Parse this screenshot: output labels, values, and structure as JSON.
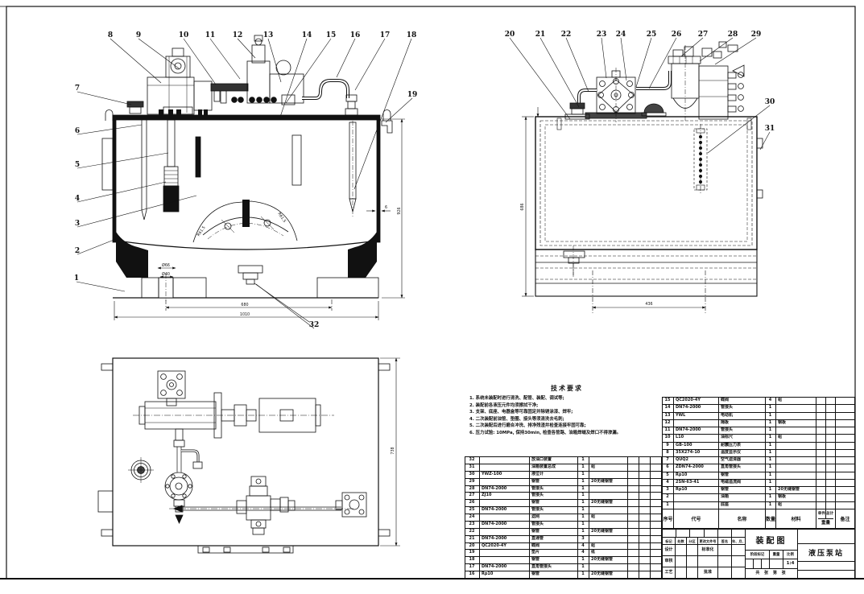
{
  "drawing": {
    "callouts": {
      "1": "1",
      "2": "2",
      "3": "3",
      "4": "4",
      "5": "5",
      "6": "6",
      "7": "7",
      "8": "8",
      "9": "9",
      "10": "10",
      "11": "11",
      "12": "12",
      "13": "13",
      "14": "14",
      "15": "15",
      "16": "16",
      "17": "17",
      "18": "18",
      "19": "19",
      "20": "20",
      "21": "21",
      "22": "22",
      "23": "23",
      "24": "24",
      "25": "25",
      "26": "26",
      "27": "27",
      "28": "28",
      "29": "29",
      "30": "30",
      "31": "31",
      "32": "32"
    },
    "front_dims": {
      "height": "926",
      "wall": "6",
      "inner_width": "680",
      "width": "1010",
      "hole_outer": "Ø66",
      "hole_inner": "Ø40",
      "arc_left": "R61.5",
      "arc_right": "R61.5"
    },
    "side_dims": {
      "height": "686",
      "bottom_span": "436"
    },
    "top_dims": {
      "depth": "738"
    }
  },
  "tech_requirements": {
    "title": "技术要求",
    "lines": [
      "1. 系统未装配时进行清洗、配管、装配、调试等;",
      "2. 装配前各液压元件均须擦拭干净;",
      "3. 支架、底座、电器盒等可靠固定并除锈涂漆、焊牢;",
      "4. 二次装配前油管、垫圈、接头等须清洗去毛刺;",
      "5. 二次装配后进行磨合冲洗、排净残渣并检查连接牢固可靠;",
      "6. 压力试验: 10MPa, 保持30min, 检查各管路、油箱焊缝及焊口不得渗漏。"
    ]
  },
  "parts_list": {
    "headers": {
      "no": "序号",
      "code": "代号",
      "name": "名称",
      "qty": "数量",
      "material": "材料",
      "unit": "单件",
      "total": "总计",
      "weight": "重量",
      "notes": "备注"
    },
    "left_rows": [
      {
        "no": "32",
        "code": "",
        "name": "放油口装置",
        "qty": "1",
        "material": ""
      },
      {
        "no": "31",
        "code": "",
        "name": "油箱装置总成",
        "qty": "1",
        "material": "组"
      },
      {
        "no": "30",
        "code": "YWZ-100",
        "name": "液位计",
        "qty": "1",
        "material": ""
      },
      {
        "no": "29",
        "code": "",
        "name": "钢管",
        "qty": "1",
        "material": "20无缝钢管"
      },
      {
        "no": "28",
        "code": "DN74-2000",
        "name": "管接头",
        "qty": "1",
        "material": ""
      },
      {
        "no": "27",
        "code": "ZJ10",
        "name": "管接头",
        "qty": "1",
        "material": ""
      },
      {
        "no": "26",
        "code": "",
        "name": "钢管",
        "qty": "1",
        "material": "20无缝钢管"
      },
      {
        "no": "25",
        "code": "DN74-2000",
        "name": "管接头",
        "qty": "1",
        "material": ""
      },
      {
        "no": "24",
        "code": "",
        "name": "滤网",
        "qty": "1",
        "material": "组"
      },
      {
        "no": "23",
        "code": "DN74-2000",
        "name": "管接头",
        "qty": "1",
        "material": ""
      },
      {
        "no": "22",
        "code": "",
        "name": "钢管",
        "qty": "1",
        "material": "20无缝钢管"
      },
      {
        "no": "21",
        "code": "DN74-2000",
        "name": "直通管",
        "qty": "3",
        "material": ""
      },
      {
        "no": "20",
        "code": "QC2020-4Y",
        "name": "蝶阀",
        "qty": "4",
        "material": "组"
      },
      {
        "no": "19",
        "code": "",
        "name": "垫片",
        "qty": "4",
        "material": "纸"
      },
      {
        "no": "18",
        "code": "",
        "name": "钢管",
        "qty": "1",
        "material": "20无缝钢管"
      },
      {
        "no": "17",
        "code": "DN74-2000",
        "name": "直角管接头",
        "qty": "1",
        "material": ""
      },
      {
        "no": "16",
        "code": "Rp10",
        "name": "钢管",
        "qty": "1",
        "material": "20无缝钢管"
      }
    ],
    "right_rows": [
      {
        "no": "15",
        "code": "QC2020-4Y",
        "name": "蝶阀",
        "qty": "4",
        "material": "组"
      },
      {
        "no": "14",
        "code": "DN74-2000",
        "name": "管接头",
        "qty": "1",
        "material": ""
      },
      {
        "no": "13",
        "code": "YWL",
        "name": "电动机",
        "qty": "1",
        "material": ""
      },
      {
        "no": "12",
        "code": "",
        "name": "隔板",
        "qty": "1",
        "material": "钢板"
      },
      {
        "no": "11",
        "code": "DN74-2000",
        "name": "管接头",
        "qty": "1",
        "material": ""
      },
      {
        "no": "10",
        "code": "L10",
        "name": "油标尺",
        "qty": "1",
        "material": "组"
      },
      {
        "no": "9",
        "code": "GB-100",
        "name": "耐震压力表",
        "qty": "1",
        "material": ""
      },
      {
        "no": "8",
        "code": "35X274-10",
        "name": "温度显示仪",
        "qty": "1",
        "material": ""
      },
      {
        "no": "7",
        "code": "QUQ2",
        "name": "空气滤清器",
        "qty": "1",
        "material": ""
      },
      {
        "no": "6",
        "code": "ZDN74-2000",
        "name": "直角管接头",
        "qty": "1",
        "material": ""
      },
      {
        "no": "5",
        "code": "Rp10",
        "name": "钢管",
        "qty": "1",
        "material": ""
      },
      {
        "no": "4",
        "code": "2SN-63-41",
        "name": "电磁溢流阀",
        "qty": "1",
        "material": ""
      },
      {
        "no": "3",
        "code": "Rp10",
        "name": "钢管",
        "qty": "1",
        "material": "20无缝钢管"
      },
      {
        "no": "2",
        "code": "",
        "name": "油箱",
        "qty": "1",
        "material": "钢板"
      },
      {
        "no": "1",
        "code": "",
        "name": "底座",
        "qty": "1",
        "material": "组"
      }
    ]
  },
  "title_block": {
    "revision_columns": [
      "标记",
      "处数",
      "分区",
      "更改文件号",
      "签名",
      "年、月、日"
    ],
    "design_label": "设计",
    "check_label": "审核",
    "process_label": "工艺",
    "standard_label": "标准化",
    "approve_label": "批准",
    "drawing_type": "装配图",
    "project_name": "液压泵站",
    "stage_label": "阶段标记",
    "weight_label": "重量",
    "scale_label": "比例",
    "scale_value": "1:4",
    "sheet_label": "共 张 第 张"
  }
}
